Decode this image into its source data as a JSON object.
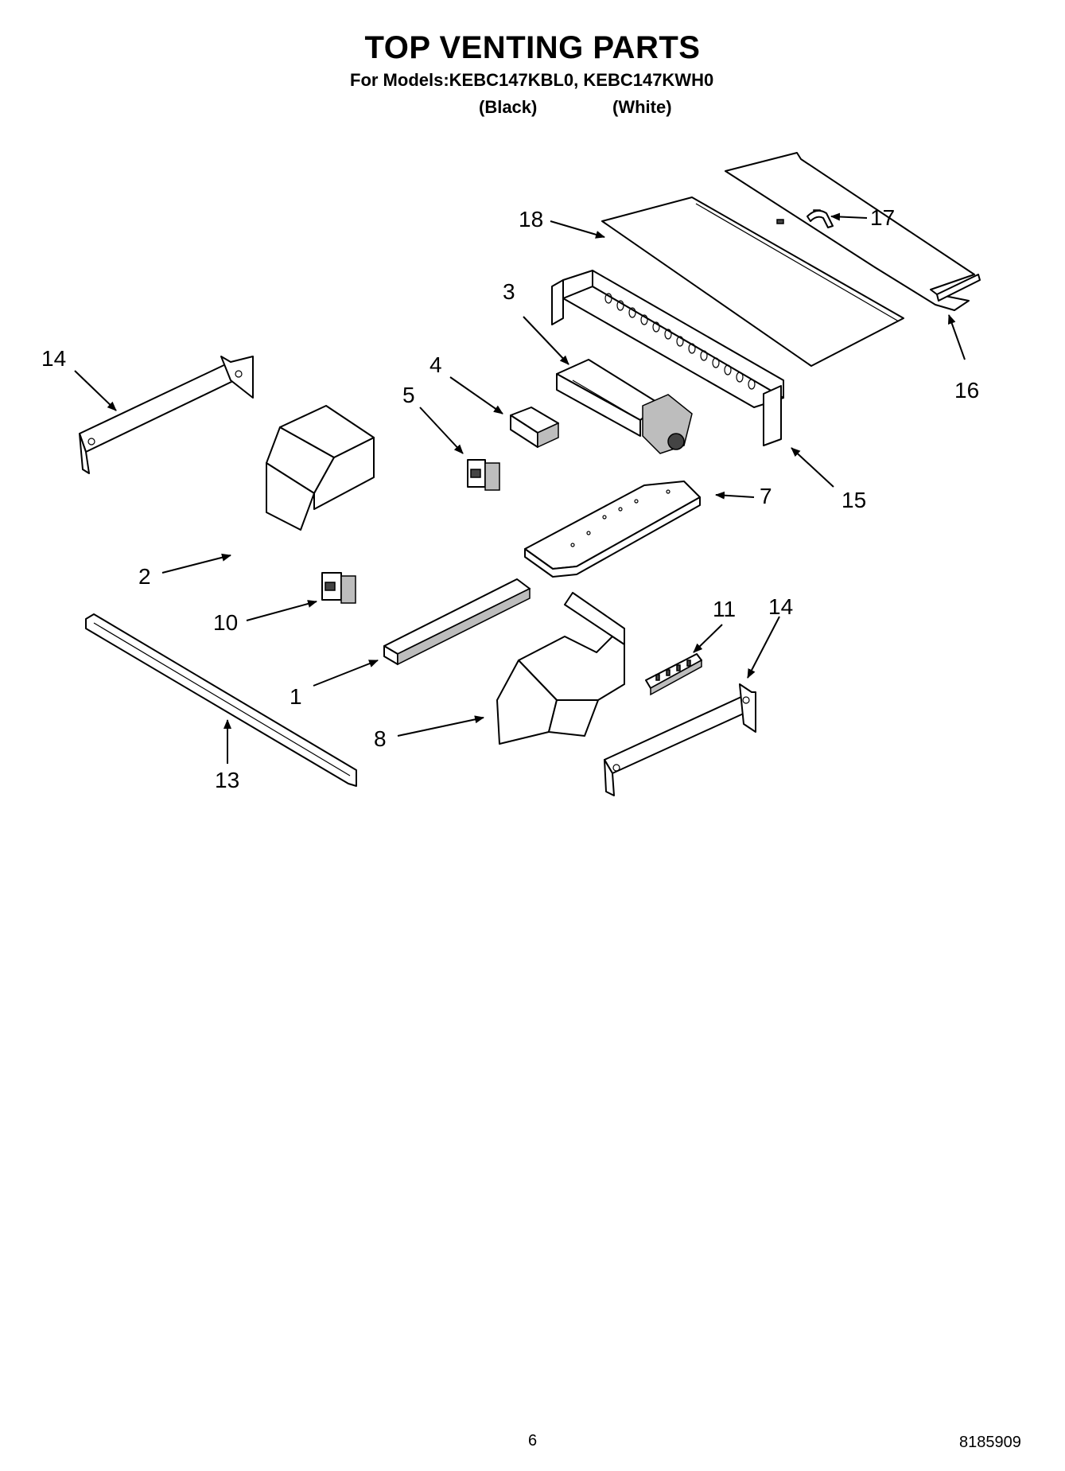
{
  "header": {
    "title": "TOP VENTING PARTS",
    "models": "For Models:KEBC147KBL0, KEBC147KWH0",
    "color_black": "(Black)",
    "color_white": "(White)"
  },
  "callouts": {
    "c1": "1",
    "c2": "2",
    "c3": "3",
    "c4": "4",
    "c5": "5",
    "c7": "7",
    "c8": "8",
    "c10": "10",
    "c11": "11",
    "c13": "13",
    "c14a": "14",
    "c14b": "14",
    "c15": "15",
    "c16": "16",
    "c17": "17",
    "c18": "18"
  },
  "footer": {
    "page_number": "6",
    "document_number": "8185909"
  }
}
